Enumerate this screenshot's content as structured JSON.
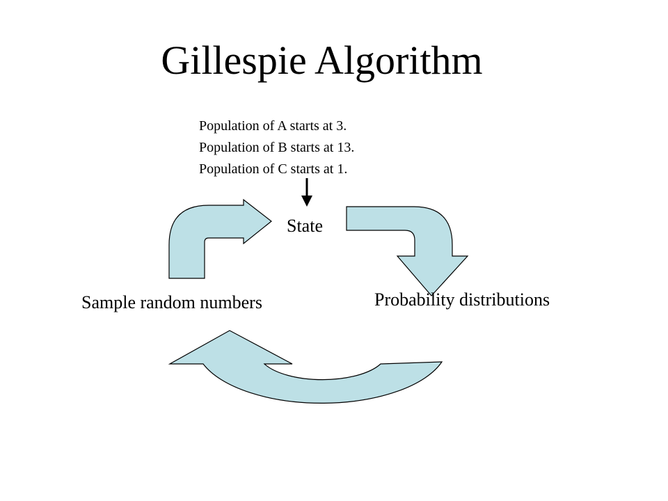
{
  "title": "Gillespie Algorithm",
  "initial_populations": [
    "Population of A starts at 3.",
    "Population of B starts at 13.",
    "Population of C starts at 1."
  ],
  "nodes": {
    "state": "State",
    "probability": "Probability distributions",
    "sample": "Sample random numbers"
  },
  "colors": {
    "arrow_fill": "#bde0e6",
    "arrow_stroke": "#000000",
    "background": "#ffffff"
  }
}
